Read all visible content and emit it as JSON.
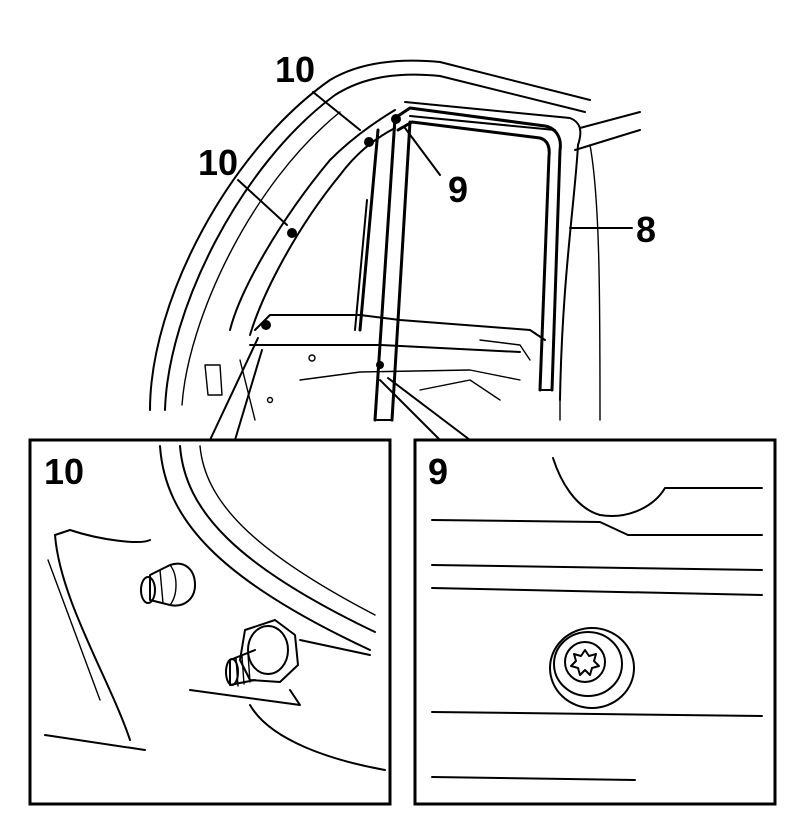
{
  "figure": {
    "callouts": {
      "clip_upper": "10",
      "clip_lower": "10",
      "screw": "9",
      "weatherstrip": "8"
    },
    "detail_left": {
      "label": "10"
    },
    "detail_right": {
      "label": "9"
    },
    "colors": {
      "ink": "#000000",
      "paper": "#ffffff"
    }
  }
}
